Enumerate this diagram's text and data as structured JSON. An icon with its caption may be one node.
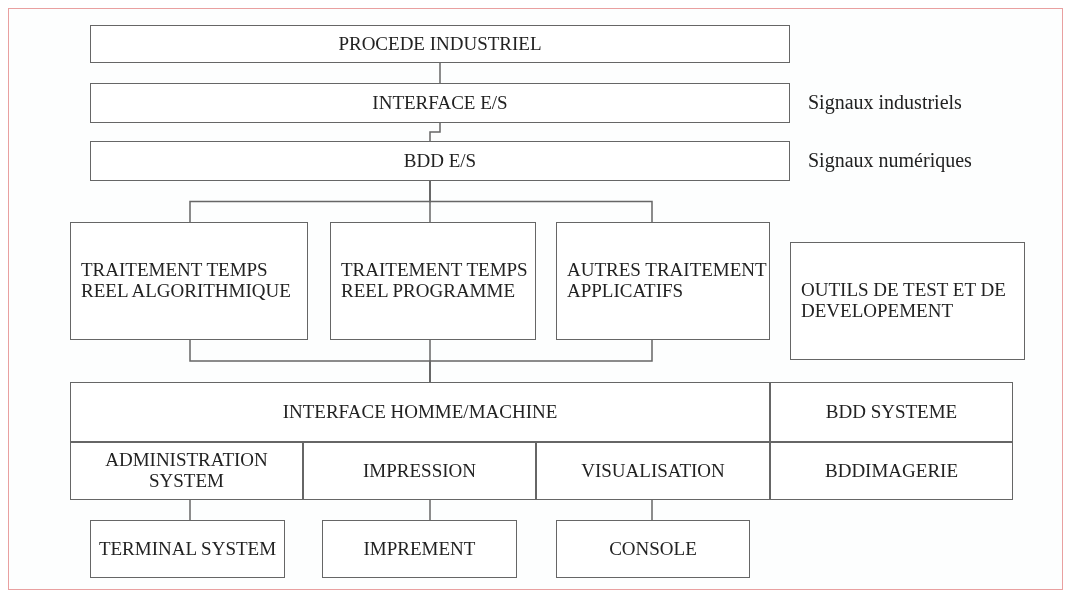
{
  "diagram": {
    "nodes": [
      {
        "text": [
          "PROCEDE INDUSTRIEL"
        ]
      },
      {
        "text": [
          "INTERFACE E/S"
        ],
        "beside": [
          "Signaux industriels"
        ]
      },
      {
        "text": [
          "BDD E/S"
        ],
        "beside": [
          "Signaux numériques"
        ]
      },
      {
        "text": [
          "TRAITEMENT TEMPS REEL ALGORITHMIQUE"
        ]
      },
      {
        "text": [
          "TRAITEMENT TEMPS REEL PROGRAMME"
        ]
      },
      {
        "text": [
          "AUTRES TRAITEMENT APPLICATIFS"
        ]
      },
      {
        "text": [
          "OUTILS DE TEST ET DE DEVELOPEMENT"
        ]
      },
      {
        "text": [
          "INTERFACE HOMME/MACHINE"
        ]
      },
      {
        "text": [
          "BDD SYSTEME"
        ]
      },
      {
        "text": [
          "ADMINISTRATION SYSTEM"
        ]
      },
      {
        "text": [
          "IMPRESSION"
        ]
      },
      {
        "text": [
          "VISUALISATION"
        ]
      },
      {
        "text": [
          "BDDIMAGERIE"
        ]
      },
      {
        "text": [
          "TERMINAL SYSTEM"
        ]
      },
      {
        "text": [
          "IMPREMENT"
        ]
      },
      {
        "text": [
          "CONSOLE"
        ]
      }
    ],
    "edges": [
      {
        "from": 0,
        "to": 1,
        "arrow": "none"
      },
      {
        "from": 1,
        "to": 2,
        "arrow": "none"
      },
      {
        "from": 2,
        "to": 3,
        "arrow": "none"
      },
      {
        "from": 2,
        "to": 4,
        "arrow": "none"
      },
      {
        "from": 2,
        "to": 5,
        "arrow": "none"
      },
      {
        "from": 3,
        "to": 7,
        "arrow": "none"
      },
      {
        "from": 4,
        "to": 7,
        "arrow": "none"
      },
      {
        "from": 5,
        "to": 7,
        "arrow": "none"
      },
      {
        "from": 9,
        "to": 13,
        "arrow": "none"
      },
      {
        "from": 10,
        "to": 14,
        "arrow": "none"
      },
      {
        "from": 11,
        "to": 15,
        "arrow": "none"
      }
    ]
  }
}
